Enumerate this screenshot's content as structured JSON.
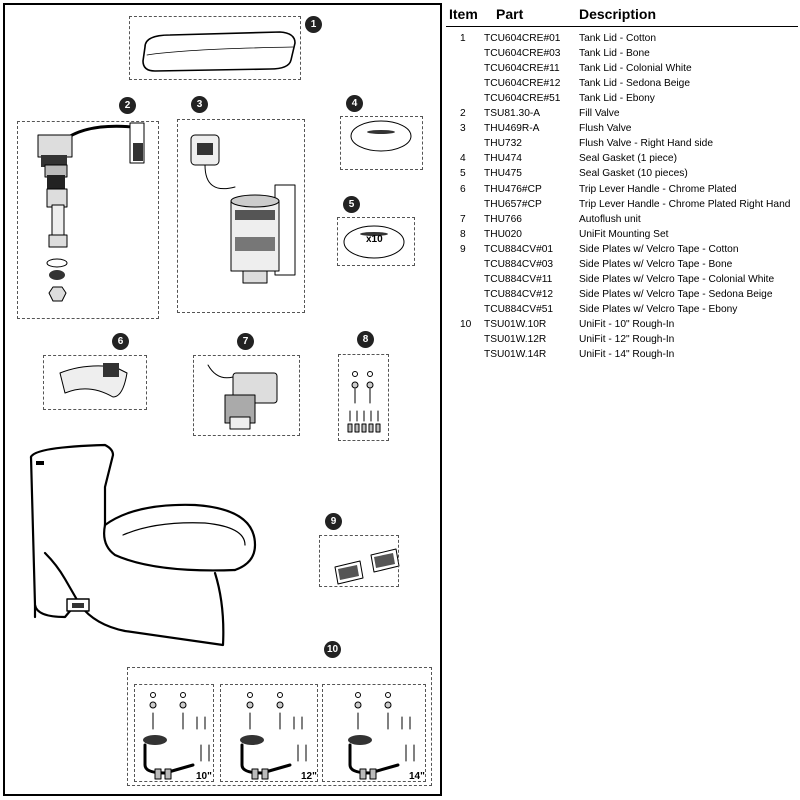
{
  "table": {
    "headers": {
      "item": "Item",
      "part": "Part",
      "description": "Description"
    },
    "rows": [
      {
        "item": "1",
        "part": "TCU604CRE#01",
        "description": "Tank Lid - Cotton"
      },
      {
        "item": "",
        "part": "TCU604CRE#03",
        "description": "Tank Lid - Bone"
      },
      {
        "item": "",
        "part": "TCU604CRE#11",
        "description": "Tank Lid - Colonial White"
      },
      {
        "item": "",
        "part": "TCU604CRE#12",
        "description": "Tank Lid - Sedona Beige"
      },
      {
        "item": "",
        "part": "TCU604CRE#51",
        "description": "Tank Lid - Ebony"
      },
      {
        "item": "2",
        "part": "TSU81.30-A",
        "description": "Fill Valve"
      },
      {
        "item": "3",
        "part": "THU469R-A",
        "description": "Flush Valve"
      },
      {
        "item": "",
        "part": "THU732",
        "description": "Flush Valve - Right Hand side"
      },
      {
        "item": "4",
        "part": "THU474",
        "description": "Seal Gasket (1 piece)"
      },
      {
        "item": "5",
        "part": "THU475",
        "description": "Seal Gasket (10 pieces)"
      },
      {
        "item": "6",
        "part": "THU476#CP",
        "description": "Trip Lever Handle - Chrome Plated"
      },
      {
        "item": "",
        "part": "THU657#CP",
        "description": "Trip Lever Handle - Chrome Plated Right Hand"
      },
      {
        "item": "7",
        "part": "THU766",
        "description": "Autoflush unit"
      },
      {
        "item": "8",
        "part": "THU020",
        "description": "UniFit Mounting Set"
      },
      {
        "item": "9",
        "part": "TCU884CV#01",
        "description": "Side Plates w/ Velcro Tape - Cotton"
      },
      {
        "item": "",
        "part": "TCU884CV#03",
        "description": "Side Plates w/ Velcro Tape - Bone"
      },
      {
        "item": "",
        "part": "TCU884CV#11",
        "description": "Side Plates w/ Velcro Tape - Colonial White"
      },
      {
        "item": "",
        "part": "TCU884CV#12",
        "description": "Side Plates w/ Velcro Tape - Sedona Beige"
      },
      {
        "item": "",
        "part": "TCU884CV#51",
        "description": "Side Plates w/ Velcro Tape - Ebony"
      },
      {
        "item": "10",
        "part": "TSU01W.10R",
        "description": "UniFit - 10\" Rough-In"
      },
      {
        "item": "",
        "part": "TSU01W.12R",
        "description": "UniFit - 12\" Rough-In"
      },
      {
        "item": "",
        "part": "TSU01W.14R",
        "description": "UniFit - 14\" Rough-In"
      }
    ]
  },
  "diagram": {
    "callouts": [
      "1",
      "2",
      "3",
      "4",
      "5",
      "6",
      "7",
      "8",
      "9",
      "10"
    ],
    "gasket_pack_label": "x10",
    "rough_in_labels": [
      "10\"",
      "12\"",
      "14\""
    ]
  },
  "colors": {
    "ink": "#000000",
    "line": "#555555",
    "badge": "#222222"
  }
}
